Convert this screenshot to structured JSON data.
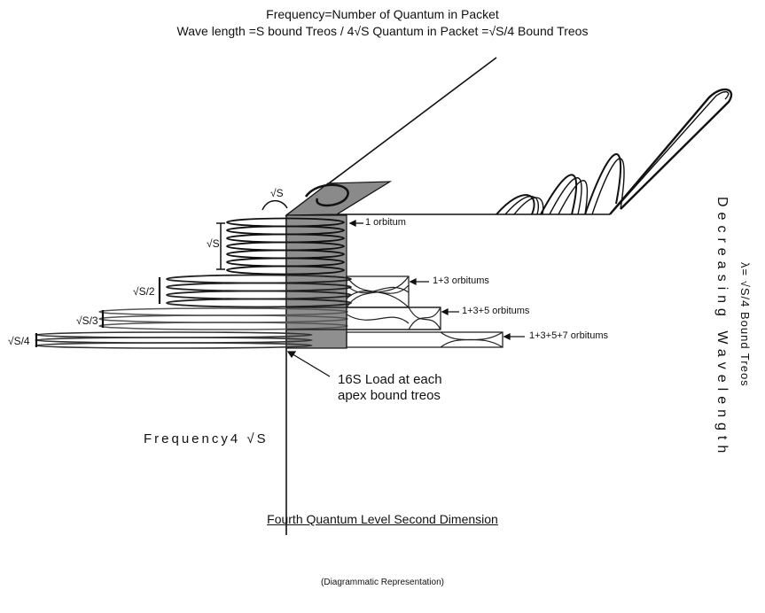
{
  "header": {
    "line1": "Frequency=Number of Quantum in Packet",
    "line2": "Wave length =S bound Treos / 4√S Quantum in Packet =√S/4 Bound Treos"
  },
  "labels": {
    "sqrt_s_top": "√S",
    "sqrt_s_side": "√S",
    "sqrt_s_2": "√S/2",
    "sqrt_s_3": "√S/3",
    "sqrt_s_4": "√S/4",
    "orbitum_1": "1 orbitum",
    "orbitum_2": "1+3 orbitums",
    "orbitum_3": "1+3+5 orbitums",
    "orbitum_4": "1+3+5+7 orbitums",
    "load_line1": "16S Load at each",
    "load_line2": "apex bound treos",
    "frequency": "Frequency4 √S"
  },
  "right_axis": {
    "decreasing": "Decreasing Wavelength",
    "lambda": "λ= √S/4 Bound Treos"
  },
  "caption": "Fourth Quantum Level Second Dimension",
  "note": "(Diagrammatic Representation)"
}
